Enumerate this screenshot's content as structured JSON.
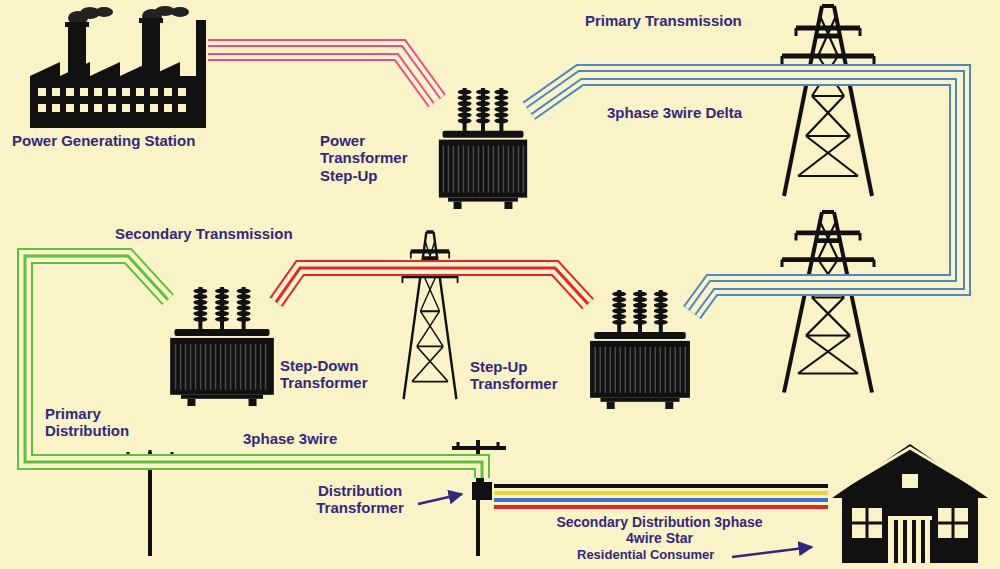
{
  "diagram": {
    "nodes": [
      {
        "text": [
          "Power Generating Station"
        ]
      },
      {
        "text": [
          "Power Transformer Step-Up"
        ]
      },
      {
        "text": [
          "Step-Down Transformer"
        ]
      },
      {
        "text": [
          "Step-Up Transformer"
        ]
      },
      {
        "text": [
          "Distribution Transformer"
        ]
      },
      {
        "text": [
          "Residential Consumer"
        ]
      }
    ],
    "edges": [
      {
        "from": 0,
        "to": 1,
        "arrow": "none"
      },
      {
        "from": 1,
        "to": 3,
        "arrow": "none"
      },
      {
        "from": 3,
        "to": 2,
        "arrow": "none"
      },
      {
        "from": 2,
        "to": 4,
        "arrow": "none"
      },
      {
        "from": 4,
        "to": 5,
        "arrow": "none"
      }
    ],
    "labels": [
      "Primary Transmission",
      "3phase 3wire Delta",
      "Secondary Transmission",
      "Primary Distribution",
      "3phase 3wire",
      "Secondary Distribution 3phase 4wire Star"
    ]
  }
}
